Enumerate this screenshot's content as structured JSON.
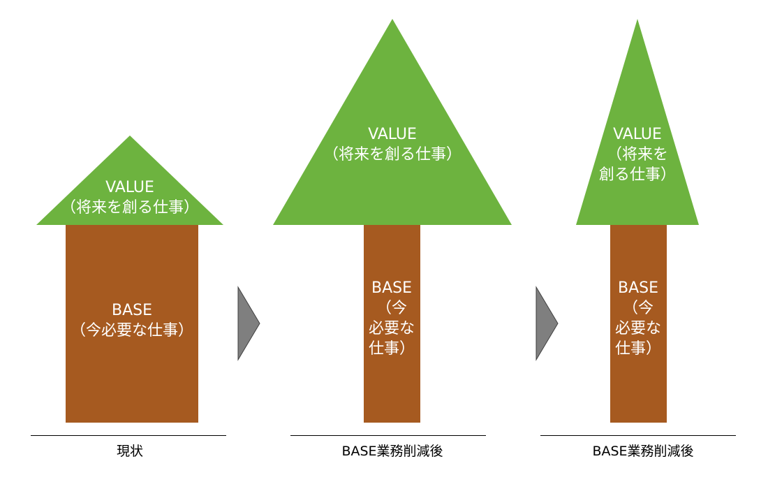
{
  "colors": {
    "value": "#6db33f",
    "base": "#a65a20",
    "arrow": "#7f7f7f",
    "arrow_stroke": "#3f3f3f",
    "text": "#ffffff"
  },
  "panels": [
    {
      "value_label": "VALUE\n（将来を創る仕事）",
      "base_label": "BASE\n（今必要な仕事）",
      "caption": "現状"
    },
    {
      "value_label": "VALUE\n（将来を創る仕事）",
      "base_label": "BASE\n（今\n必要な\n仕事）",
      "caption": "BASE業務削減後"
    },
    {
      "value_label": "VALUE\n（将来を\n創る仕事）",
      "base_label": "BASE\n（今\n必要な\n仕事）",
      "caption": "BASE業務削減後"
    }
  ]
}
